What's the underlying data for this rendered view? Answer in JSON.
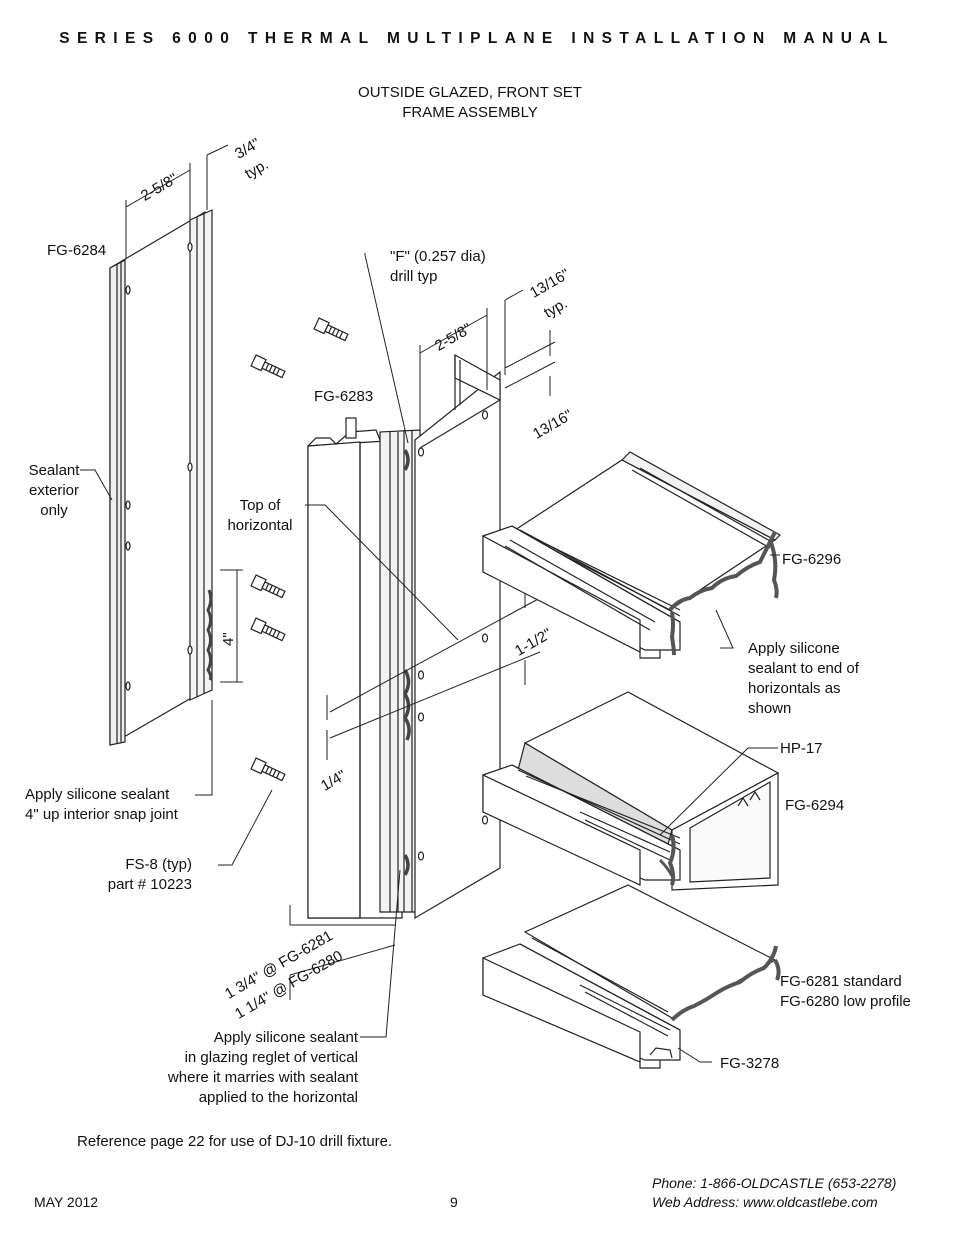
{
  "header": "SERIES 6000 THERMAL MULTIPLANE INSTALLATION MANUAL",
  "title": [
    "OUTSIDE GLAZED, FRONT SET",
    "FRAME ASSEMBLY"
  ],
  "labels": {
    "fg6284": "FG-6284",
    "fg6283": "FG-6283",
    "fg6296": "FG-6296",
    "fg6294": "FG-6294",
    "hp17": "HP-17",
    "fg6281": "FG-6281 standard",
    "fg6280": "FG-6280 low profile",
    "fg3278": "FG-3278",
    "sealant_exterior": [
      "Sealant",
      "exterior",
      "only"
    ],
    "top_horizontal": [
      "Top of",
      "horizontal"
    ],
    "drill": [
      "\"F\" (0.257 dia)",
      "drill typ"
    ],
    "apply_end": [
      "Apply silicone",
      "sealant to end of",
      "horizontals as",
      "shown"
    ],
    "apply_4in": [
      "Apply silicone sealant",
      "4\" up interior snap joint"
    ],
    "fs8": [
      "FS-8 (typ)",
      "part # 10223"
    ],
    "apply_reglet": [
      "Apply silicone sealant",
      "in glazing reglet of vertical",
      "where it marries with sealant",
      "applied to the horizontal"
    ]
  },
  "dimensions": {
    "d258_a": "2-5/8\"",
    "d34": "3/4\"",
    "d34_typ": "typ.",
    "d258_b": "2-5/8\"",
    "d1316_a": "13/16\"",
    "d1316_typ": "typ.",
    "d1316_b": "13/16\"",
    "d4": "4\"",
    "d112": "1-1/2\"",
    "d14": "1/4\"",
    "d134": "1 3/4\" @ FG-6281",
    "d114": "1 1/4\" @ FG-6280"
  },
  "reference": "Reference page 22 for use of DJ-10 drill fixture.",
  "footer": {
    "date": "MAY 2012",
    "page": "9",
    "phone": "Phone: 1-866-OLDCASTLE (653-2278)",
    "web": "Web Address: www.oldcastlebe.com"
  }
}
